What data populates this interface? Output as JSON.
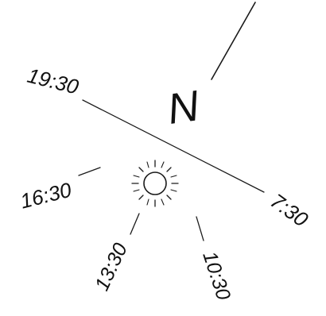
{
  "north": {
    "label": "N"
  },
  "times": {
    "t1930": "19:30",
    "t1630": "16:30",
    "t1330": "13:30",
    "t1030": "10:30",
    "t0730": "7:30"
  },
  "sun": {
    "icon": "sun-icon"
  },
  "colors": {
    "ink": "#1a1a1a",
    "background": "#ffffff"
  }
}
